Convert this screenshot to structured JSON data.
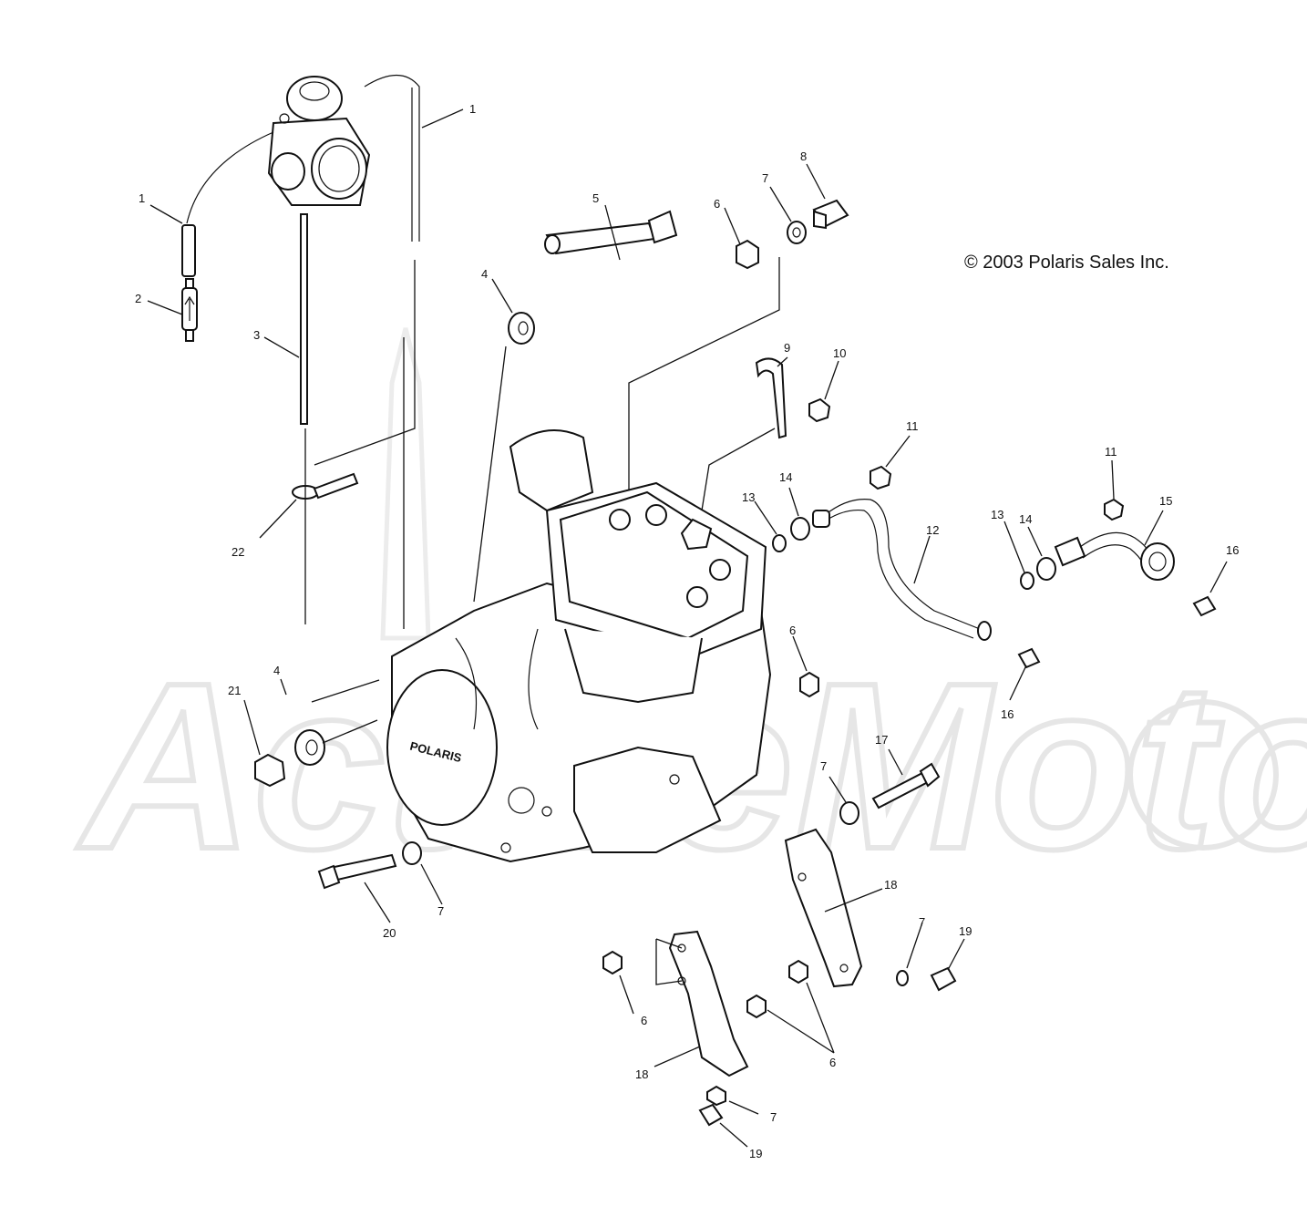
{
  "copyright": "© 2003 Polaris Sales Inc.",
  "watermark": "ActiveMoto",
  "engine_logo": "POLARIS",
  "callouts": {
    "c1a": "1",
    "c1b": "1",
    "c2": "2",
    "c3": "3",
    "c4a": "4",
    "c4b": "4",
    "c5": "5",
    "c6a": "6",
    "c6b": "6",
    "c6c": "6",
    "c6d": "6",
    "c7a": "7",
    "c7b": "7",
    "c7c": "7",
    "c7d": "7",
    "c7e": "7",
    "c8": "8",
    "c9": "9",
    "c10": "10",
    "c11a": "11",
    "c11b": "11",
    "c12": "12",
    "c13a": "13",
    "c13b": "13",
    "c14a": "14",
    "c14b": "14",
    "c15": "15",
    "c16a": "16",
    "c16b": "16",
    "c17": "17",
    "c18a": "18",
    "c18b": "18",
    "c19a": "19",
    "c19b": "19",
    "c20": "20",
    "c21": "21",
    "c22": "22"
  }
}
